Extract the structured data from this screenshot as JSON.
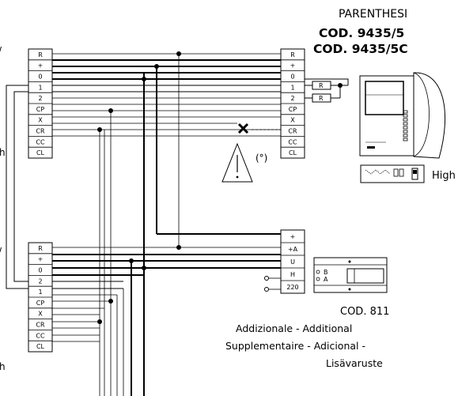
{
  "product": {
    "name": "PARENTHESI",
    "codes": [
      "COD. 9435/5",
      "COD. 9435/5C"
    ]
  },
  "left_terminal_top": [
    "R",
    "+",
    "0",
    "1",
    "2",
    "CP",
    "X",
    "CR",
    "CC",
    "CL"
  ],
  "right_terminal_top": [
    "R",
    "+",
    "0",
    "1",
    "2",
    "CP",
    "X",
    "CR",
    "CC",
    "CL"
  ],
  "left_terminal_bottom": [
    "R",
    "+",
    "0",
    "2",
    "1",
    "CP",
    "X",
    "CR",
    "CC",
    "CL"
  ],
  "right_terminal_bottom": [
    "+",
    "+A",
    "U",
    "H",
    "220"
  ],
  "resistor_label": "R",
  "warning_note": "(°)",
  "switch_label": "High",
  "power_module": {
    "code": "COD. 811",
    "desc": [
      "Addizionale - Additional",
      "Supplementaire - Adicional -",
      "Lisävaruste"
    ],
    "terminals": [
      "B",
      "A"
    ]
  },
  "edge_letters": [
    "/",
    "h",
    "/",
    "h"
  ]
}
